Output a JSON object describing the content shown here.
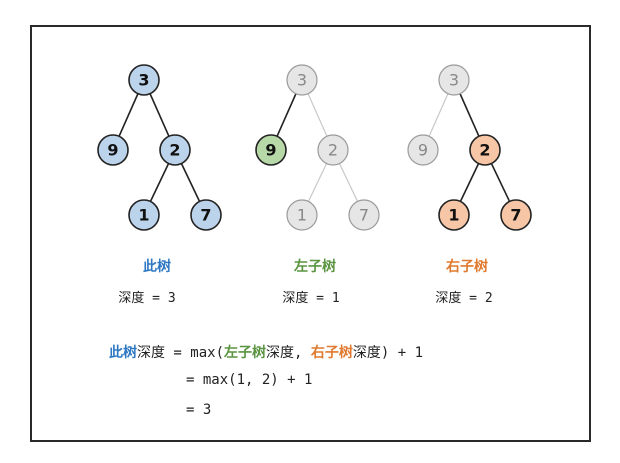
{
  "trees": [
    {
      "title": "此树",
      "title_color": "#2e78c3",
      "depth_label": "深度 = 3",
      "nodes": {
        "root": "3",
        "left": "9",
        "right": "2",
        "rl": "1",
        "rr": "7"
      }
    },
    {
      "title": "左子树",
      "title_color": "#5a9440",
      "depth_label": "深度 = 1",
      "nodes": {
        "root": "3",
        "left": "9",
        "right": "2",
        "rl": "1",
        "rr": "7"
      }
    },
    {
      "title": "右子树",
      "title_color": "#e07a30",
      "depth_label": "深度 = 2",
      "nodes": {
        "root": "3",
        "left": "9",
        "right": "2",
        "rl": "1",
        "rr": "7"
      }
    }
  ],
  "formula": {
    "line1_term1": "此树",
    "line1_text1": "深度 = max(",
    "line1_term2": "左子树",
    "line1_text2": "深度, ",
    "line1_term3": "右子树",
    "line1_text3": "深度) + 1",
    "line2": "= max(1, 2) + 1",
    "line3": "= 3"
  },
  "colors": {
    "blue_fill": "#bcd3ec",
    "green_fill": "#b7d9a8",
    "orange_fill": "#f7c6a6",
    "gray_fill": "#e6e6e6",
    "gray_stroke": "#9a9a9a",
    "dark_stroke": "#222222"
  }
}
